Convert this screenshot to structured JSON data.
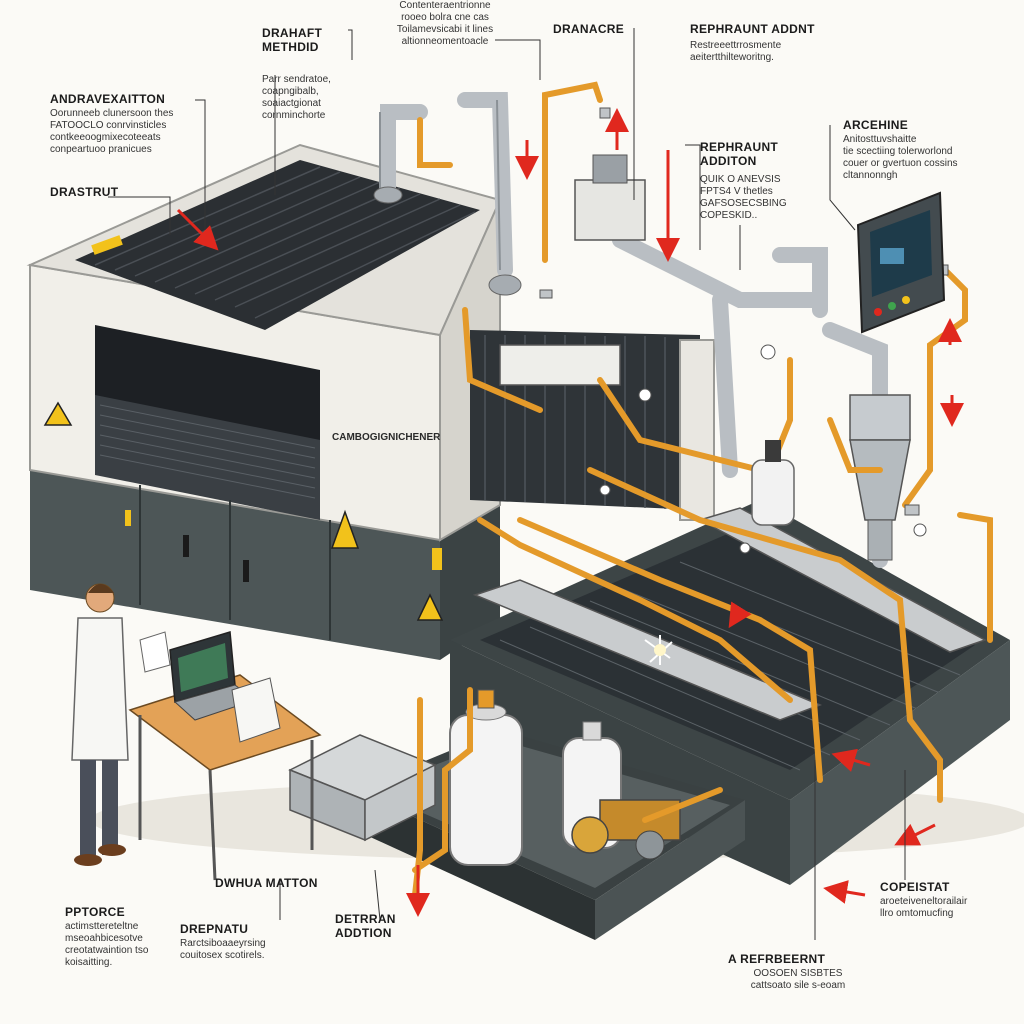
{
  "colors": {
    "background": "#fbfaf6",
    "machine_body": "#f1efe9",
    "machine_base": "#4d5657",
    "pipe_copper": "#e49a2a",
    "pipe_steel": "#b9bec3",
    "warning_yellow": "#f2c21b",
    "arrow_red": "#e0281e",
    "heatsink_dark": "#2b2f33"
  },
  "labels": {
    "draught_method": {
      "title": "DRAHAFT\nMETHDID",
      "desc": "Parr sendratoe,\ncoapngibalb,\nsoaiactgionat\ncornminchorte"
    },
    "top_center_note": {
      "desc": "Contenteraentrionne\nrooeo bolra cne cas\nToilamevsicabi it lines\naltionneomentoacle"
    },
    "dranacre": {
      "title": "DRANACRE"
    },
    "rephraunt_addnt": {
      "title": "REPHRAUNT ADDNT",
      "desc": "Restreeettrrosmente\naeitertthilteworitng."
    },
    "andravexaition": {
      "title": "ANDRAVEXAITTON",
      "desc": "Oorunneeb clunersoon thes\nFATOOCLO conrvinsticles\ncontkeeoogmixecoteeats\nconpeartuoo pranicues"
    },
    "drastrut": {
      "title": "DRASTRUT"
    },
    "rephraunt_addition": {
      "title": "REPHRAUNT\nADDITON",
      "desc": "QUIK O ANEVSIS\nFPTS4 V thetles\nGAFSOSECSBING\nCOPESKID.."
    },
    "arcehine": {
      "title": "ARCEHINE",
      "desc": "Anitosttuvshaitte\ntie scectiing tolerworlond\ncouer or gvertuon cossins\ncltannonngh"
    },
    "dwhua_matton": {
      "title": "DWHUA MATTON"
    },
    "pptorce": {
      "title": "PPTORCE",
      "desc": "actimsttereteltne\nmseoahbicesotve\ncreotatwaintion tso\nkoisaitting."
    },
    "drepnatu": {
      "title": "DREPNATU",
      "desc": "Rarctsiboaaeyrsing\ncouitosex scotirels."
    },
    "detrran_addtion": {
      "title": "DETRRAN\nADDTION"
    },
    "copeistat": {
      "title": "COPEISTAT",
      "desc": "aroeteiveneltorailair\nllro omtomucfing"
    },
    "a_refrbeernt": {
      "title": "A REFRBEERNT",
      "desc": "OOSOEN SISBTES\ncattsoato sile s-eoam"
    }
  },
  "machine": {
    "brand": "CAMBOGIGNICHENER"
  }
}
